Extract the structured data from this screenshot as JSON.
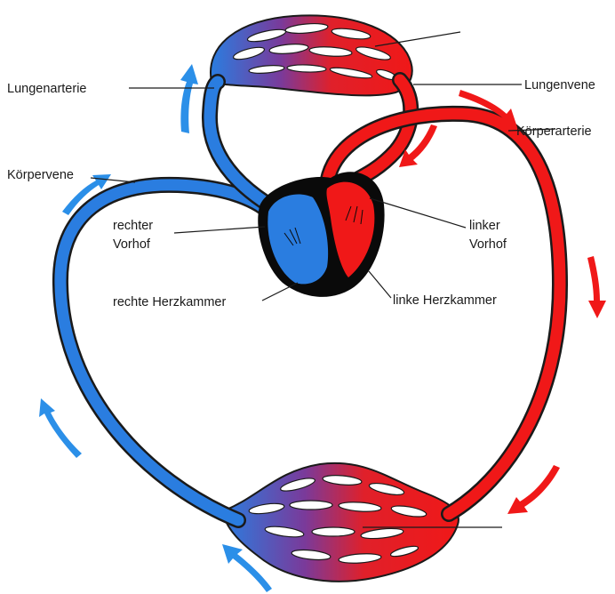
{
  "labels": {
    "lungenarterie": "Lungenarterie",
    "lungenvene": "Lungenvene",
    "koerperarterie": "Körperarterie",
    "koerpervene": "Körpervene",
    "rechter_vorhof_1": "rechter",
    "rechter_vorhof_2": "Vorhof",
    "linker_vorhof_1": "linker",
    "linker_vorhof_2": "Vorhof",
    "rechte_herzkammer": "rechte Herzkammer",
    "linke_herzkammer": "linke Herzkammer"
  },
  "colors": {
    "arterial": "#f01818",
    "venous": "#2a7de0",
    "arrow_red": "#f01818",
    "arrow_blue": "#2b8fe8",
    "heart_wall": "#0a0a0a"
  }
}
